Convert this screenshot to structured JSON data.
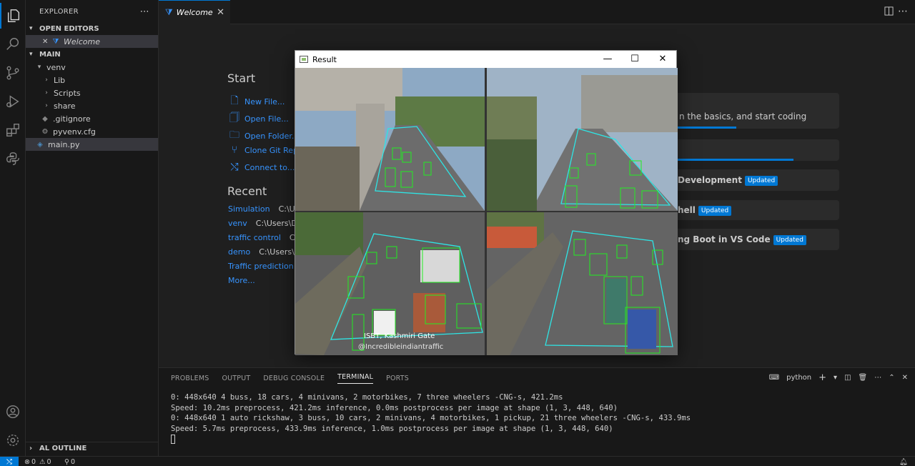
{
  "sidebar": {
    "title": "EXPLORER",
    "open_editors_label": "OPEN EDITORS",
    "open_editor_item": "Welcome",
    "main_label": "MAIN",
    "tree": [
      "venv",
      "Lib",
      "Scripts",
      "share",
      ".gitignore",
      "pyvenv.cfg",
      "main.py"
    ],
    "outline_label": "AL OUTLINE"
  },
  "tab": {
    "label": "Welcome"
  },
  "welcome": {
    "start_title": "Start",
    "start_items": [
      "New File...",
      "Open File...",
      "Open Folder...",
      "Clone Git Repo",
      "Connect to..."
    ],
    "recent_title": "Recent",
    "recent": [
      {
        "name": "Simulation",
        "path": "C:\\Use"
      },
      {
        "name": "venv",
        "path": "C:\\Users\\De"
      },
      {
        "name": "traffic control",
        "path": "C:\\"
      },
      {
        "name": "demo",
        "path": "C:\\Users\\D"
      },
      {
        "name": "Traffic prediction",
        "path": ""
      }
    ],
    "more": "More...",
    "walkthroughs": [
      {
        "text": "n the basics, and start coding",
        "badge": "",
        "progress": 0.27
      },
      {
        "text": "",
        "badge": "",
        "progress": 0.7
      },
      {
        "text": "Development",
        "badge": "Updated",
        "progress": 0
      },
      {
        "text": "hell",
        "badge": "Updated",
        "progress": 0
      },
      {
        "text": "ng Boot in VS Code",
        "badge": "Updated",
        "progress": 0
      }
    ]
  },
  "result_window": {
    "title": "Result",
    "minimize": "—",
    "maximize": "☐",
    "close": "✕",
    "overlay_caption_1": "ISBT, Kashmiri Gate",
    "overlay_caption_2": "@Incredibleindiantraffic"
  },
  "panel": {
    "tabs": [
      "PROBLEMS",
      "OUTPUT",
      "DEBUG CONSOLE",
      "TERMINAL",
      "PORTS"
    ],
    "active_tab": "TERMINAL",
    "shell": "python",
    "terminal_lines": [
      "0: 448x640 4 buss, 18 cars, 4 minivans, 2 motorbikes, 7 three wheelers -CNG-s, 421.2ms",
      "Speed: 10.2ms preprocess, 421.2ms inference, 0.0ms postprocess per image at shape (1, 3, 448, 640)",
      "",
      "0: 448x640 1 auto rickshaw, 3 buss, 10 cars, 2 minivans, 4 motorbikes, 1 pickup, 21 three wheelers -CNG-s, 433.9ms",
      "Speed: 5.7ms preprocess, 433.9ms inference, 1.0ms postprocess per image at shape (1, 3, 448, 640)"
    ]
  },
  "status": {
    "errors": "0",
    "warnings": "0",
    "ports": "0"
  },
  "colors": {
    "accent": "#0078d4",
    "link": "#3794ff",
    "editor_bg": "#1f1f1f",
    "sidebar_bg": "#181818"
  }
}
